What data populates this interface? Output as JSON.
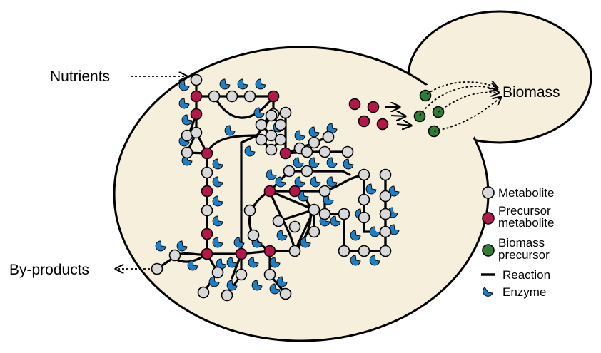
{
  "labels": {
    "nutrients": "Nutrients",
    "byproducts": "By-products",
    "biomass": "Biomass"
  },
  "legend": {
    "metabolite": "Metabolite",
    "precursor_line1": "Precursor",
    "precursor_line2": "metabolite",
    "biomass_precursor_line1": "Biomass",
    "biomass_precursor_line2": "precursor",
    "reaction": "Reaction",
    "enzyme": "Enzyme"
  },
  "colors": {
    "cell_fill": "#f5efdc",
    "outline": "#000000",
    "metabolite": "#d9d9d9",
    "precursor": "#b5174b",
    "biomass_precursor": "#2e7d32",
    "enzyme": "#1f7fc4"
  }
}
